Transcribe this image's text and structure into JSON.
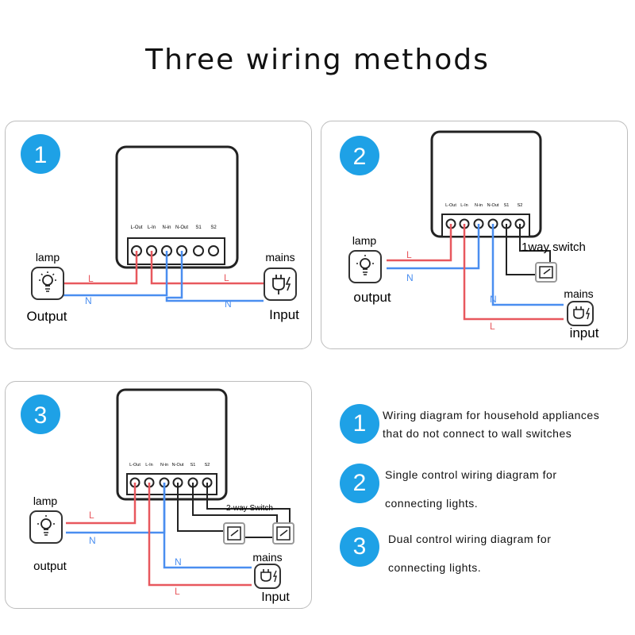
{
  "title": "Three wiring methods",
  "colors": {
    "accent": "#1ea1e6",
    "live": "#e8585e",
    "neutral": "#4a8ef0",
    "outline": "#222222"
  },
  "terminals": [
    "L-Out",
    "L-In",
    "N-in",
    "N-Out",
    "S1",
    "S2"
  ],
  "panels": [
    {
      "number": "1",
      "lamp_label": "lamp",
      "mains_label": "mains",
      "output_label": "Output",
      "input_label": "Input",
      "wire_l_left": "L",
      "wire_n_left": "N",
      "wire_l_right": "L",
      "wire_n_right": "N"
    },
    {
      "number": "2",
      "lamp_label": "lamp",
      "mains_label": "mains",
      "output_label": "output",
      "input_label": "input",
      "switch_label": "1way switch",
      "wire_l_left": "L",
      "wire_n_left": "N",
      "wire_n_right": "N",
      "wire_l_right": "L"
    },
    {
      "number": "3",
      "lamp_label": "lamp",
      "mains_label": "mains",
      "output_label": "output",
      "input_label": "Input",
      "switch_label": "2-way Switch",
      "wire_l_left": "L",
      "wire_n_left": "N",
      "wire_n_right": "N",
      "wire_l_right": "L"
    }
  ],
  "legend": [
    {
      "number": "1",
      "lines": [
        "Wiring diagram for household appliances",
        "that do not connect to wall switches"
      ]
    },
    {
      "number": "2",
      "lines": [
        "Single control wiring diagram for",
        "connecting lights."
      ]
    },
    {
      "number": "3",
      "lines": [
        "Dual control wiring diagram for",
        "connecting lights."
      ]
    }
  ]
}
